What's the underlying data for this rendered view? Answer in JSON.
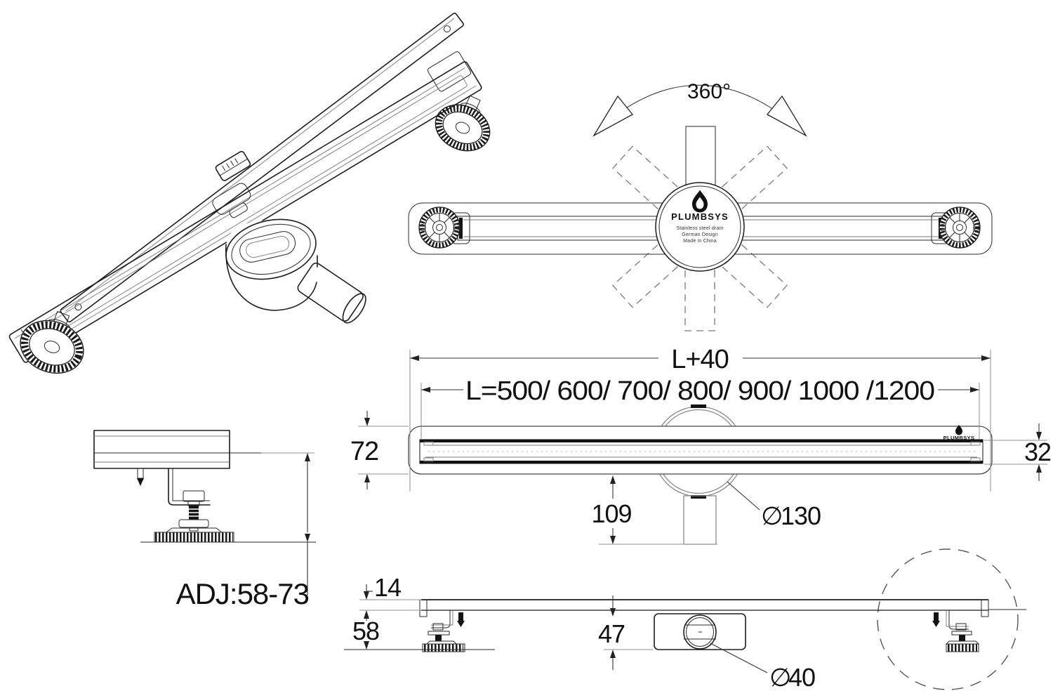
{
  "brand": {
    "name": "PLUMBSYS",
    "taglines": [
      "Stainless steel drain",
      "German Design",
      "Made in China"
    ]
  },
  "rotation_view": {
    "angle": "360°"
  },
  "plan_view": {
    "overall_length": "L+40",
    "length_options": "L=500/ 600/ 700/ 800/ 900/ 1000 /1200",
    "flange_width": "72",
    "grate_width": "32",
    "outlet_offset": "109",
    "diameter_symbol": "∅",
    "trap_diameter": "130"
  },
  "side_view": {
    "adjustment_range": "ADJ:58-73",
    "grate_thickness": "14",
    "install_depth": "58",
    "trap_body_height": "47",
    "diameter_symbol": "∅",
    "outlet_diameter": "40"
  }
}
